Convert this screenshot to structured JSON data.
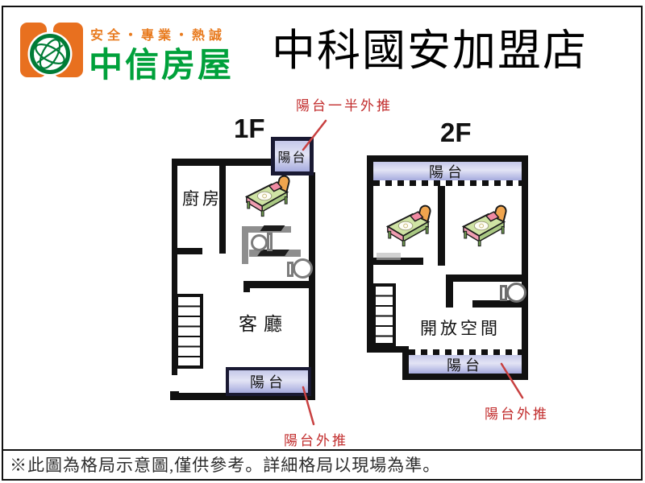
{
  "brand": {
    "tagline": "安全・專業・熱誠",
    "name": "中信房屋",
    "store": "中科國安加盟店",
    "colors": {
      "orange": "#e8701f",
      "green": "#00a13b"
    }
  },
  "floors": {
    "f1": {
      "label": "1F",
      "kitchen": "廚房",
      "living_room": "客廳",
      "balcony_top": "陽台",
      "balcony_bottom": "陽台"
    },
    "f2": {
      "label": "2F",
      "balcony_top": "陽台",
      "open_space": "開放空間",
      "balcony_bottom": "陽台"
    }
  },
  "annotations": {
    "color": "#c22d2d",
    "f1_balcony_top": "陽台一半外推",
    "f1_balcony_bottom": "陽台外推",
    "f2_balcony_bottom": "陽台外推"
  },
  "disclaimer": "※此圖為格局示意圖,僅供參考。詳細格局以現場為準。"
}
